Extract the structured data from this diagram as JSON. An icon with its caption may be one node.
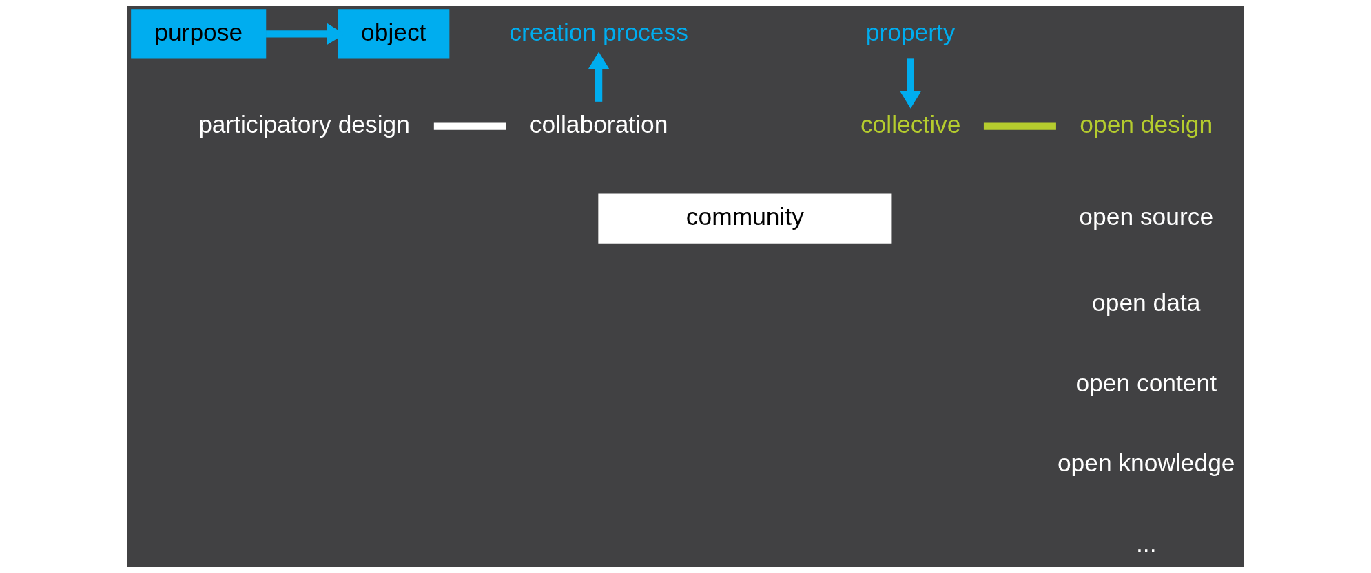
{
  "diagram": {
    "nodes": [
      {
        "text": [
          "purpose"
        ]
      },
      {
        "text": [
          "object"
        ]
      },
      {
        "text": [
          "creation process"
        ]
      },
      {
        "text": [
          "property"
        ]
      },
      {
        "text": [
          "participatory design"
        ]
      },
      {
        "text": [
          "collaboration"
        ]
      },
      {
        "text": [
          "collective"
        ]
      },
      {
        "text": [
          "open design"
        ]
      },
      {
        "text": [
          "community"
        ]
      }
    ],
    "edges": [
      {
        "from": 0,
        "to": 1,
        "arrow": "to"
      },
      {
        "from": 5,
        "to": 2,
        "arrow": "to"
      },
      {
        "from": 3,
        "to": 6,
        "arrow": "to"
      },
      {
        "from": 4,
        "to": 5,
        "arrow": "none",
        "color": "#ffffff"
      },
      {
        "from": 6,
        "to": 7,
        "arrow": "none",
        "color": "#b5cc2e"
      }
    ],
    "labels": [
      "open source",
      "open data",
      "open content",
      "open knowledge",
      "..."
    ]
  }
}
